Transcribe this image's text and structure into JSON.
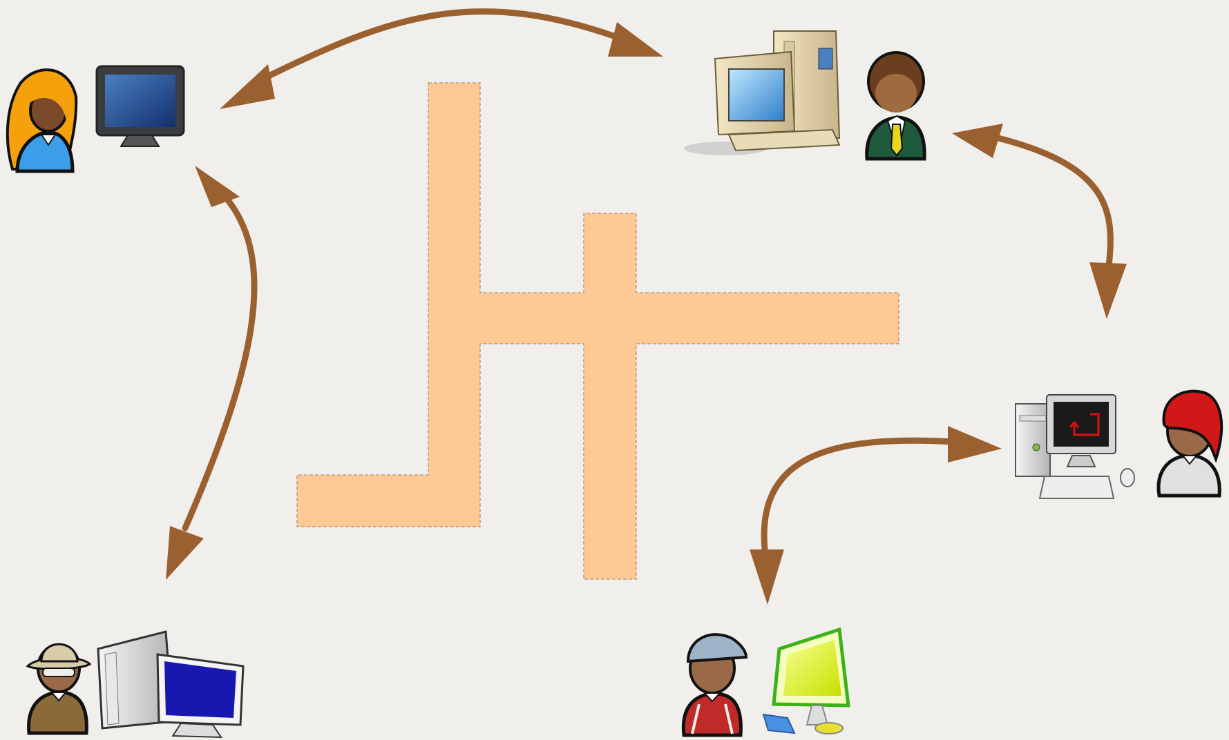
{
  "diagram": {
    "nodes": [
      {
        "id": "user-blonde-woman",
        "person": "blonde-woman-avatar",
        "device": "flat-monitor-icon"
      },
      {
        "id": "user-businessman",
        "person": "businessman-avatar",
        "device": "beige-desktop-pc-icon"
      },
      {
        "id": "user-red-cap",
        "person": "red-cap-avatar",
        "device": "terminal-pc-icon"
      },
      {
        "id": "user-blue-cap",
        "person": "blue-cap-avatar",
        "device": "green-lcd-monitor-icon"
      },
      {
        "id": "user-hat-sunglasses",
        "person": "hat-sunglasses-avatar",
        "device": "tower-pc-blue-monitor-icon"
      }
    ],
    "connections": [
      {
        "from": "user-blonde-woman",
        "to": "user-businessman",
        "style": "bidirectional"
      },
      {
        "from": "user-businessman",
        "to": "user-red-cap",
        "style": "bidirectional"
      },
      {
        "from": "user-red-cap",
        "to": "user-blue-cap",
        "style": "bidirectional"
      },
      {
        "from": "user-blonde-woman",
        "to": "user-hat-sunglasses",
        "style": "bidirectional"
      }
    ],
    "center_shape": "network-junction-shape"
  },
  "colors": {
    "background": "#f1efec",
    "arrow": "#9a6030",
    "junction_fill": "#ffc995",
    "junction_border": "#b09070"
  }
}
